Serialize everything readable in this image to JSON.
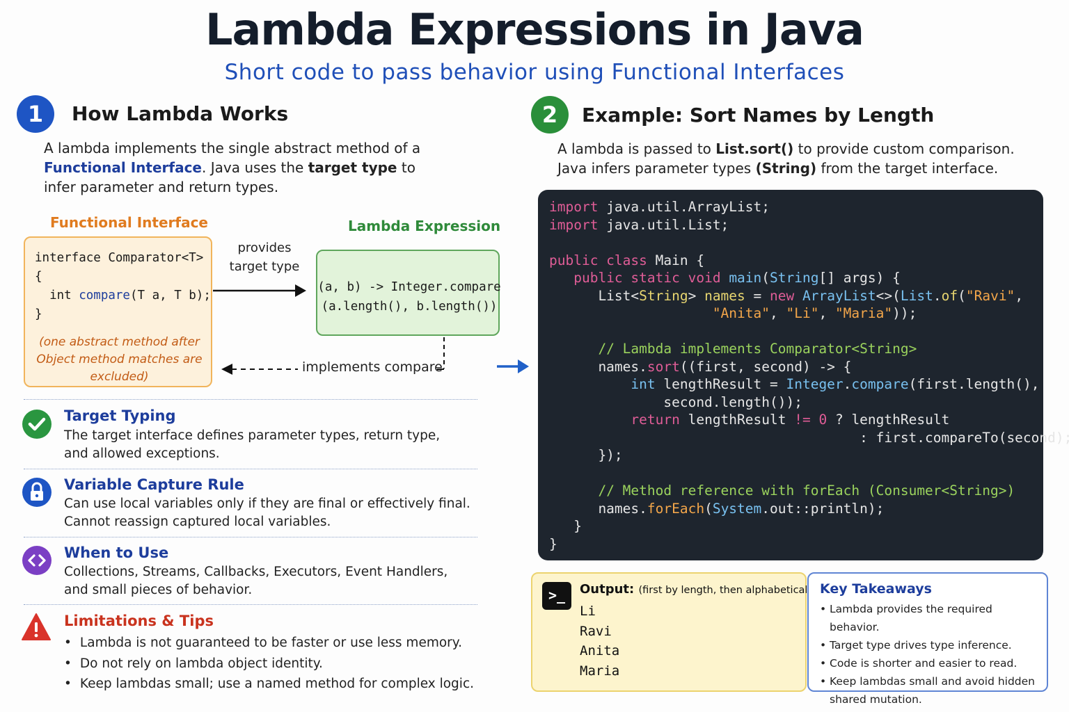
{
  "title": "Lambda Expressions in Java",
  "subtitle": "Short code to pass behavior using Functional Interfaces",
  "section1": {
    "number": "1",
    "heading": "How Lambda Works",
    "intro_a": "A lambda implements the single abstract method of a",
    "intro_fi": "Functional Interface",
    "intro_b": ". Java uses the ",
    "intro_target": "target type",
    "intro_c": " to",
    "intro_d": "infer parameter and return types.",
    "fi_label": "Functional Interface",
    "fi_code_line1": "interface Comparator<T>",
    "fi_code_line2": "{",
    "fi_code_line3a": "  int ",
    "fi_code_line3b": "compare",
    "fi_code_line3c": "(T a, T b);",
    "fi_code_line4": "}",
    "fi_note": "(one abstract method after Object method matches are excluded)",
    "le_label": "Lambda Expression",
    "le_code_line1": "(a, b) -> Integer.compare",
    "le_code_line2": "(a.length(), b.length())",
    "arrow_label": "provides target type",
    "impl_label": "implements compare"
  },
  "items": [
    {
      "title": "Target Typing",
      "text1": "The target interface defines parameter types, return type,",
      "text2": "and allowed exceptions.",
      "icon": "check-icon"
    },
    {
      "title": "Variable Capture Rule",
      "text1": "Can use local variables only if they are final or effectively final.",
      "text2": "Cannot reassign captured local variables.",
      "icon": "lock-icon"
    },
    {
      "title": "When to Use",
      "text1": "Collections, Streams, Callbacks, Executors, Event Handlers,",
      "text2": "and small pieces of behavior.",
      "icon": "code-icon"
    }
  ],
  "limitations": {
    "title": "Limitations & Tips",
    "icon": "warning-icon",
    "bullets": [
      "Lambda is not guaranteed to be faster or use less memory.",
      "Do not rely on lambda object identity.",
      "Keep lambdas small; use a named method for complex logic."
    ]
  },
  "section2": {
    "number": "2",
    "heading": "Example: Sort Names by Length",
    "intro_a": "A lambda is passed to ",
    "intro_sort": "List.sort()",
    "intro_b": " to provide custom comparison.",
    "intro_c": "Java infers parameter types ",
    "intro_string": "(String)",
    "intro_d": " from the target interface."
  },
  "output": {
    "title": "Output:",
    "note": "(first by length, then alphabetically)",
    "lines": [
      "Li",
      "Ravi",
      "Anita",
      "Maria"
    ]
  },
  "takeaways": {
    "title": "Key Takeaways",
    "items": [
      "Lambda provides the required behavior.",
      "Target type drives type inference.",
      "Code is shorter and easier to read.",
      "Keep lambdas small and avoid hidden shared mutation."
    ]
  },
  "colors": {
    "badge1": "#1e55c4",
    "badge2": "#2a8f3a",
    "code_bg": "#1e252e"
  }
}
